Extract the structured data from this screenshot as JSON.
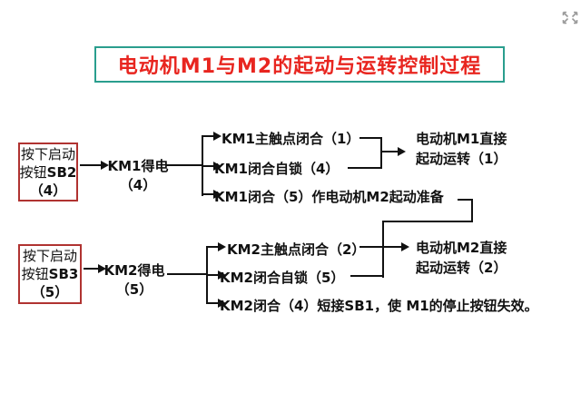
{
  "title": "电动机M1与M2的起动与运转控制过程",
  "icons": {
    "fullscreen": "expand-arrows"
  },
  "flow1": {
    "start": {
      "line1": "按下启动",
      "line2a": "按钮",
      "line2b": "SB2",
      "line3": "（4）"
    },
    "node": {
      "line1": "KM1得电",
      "line2": "（4）"
    },
    "branches": [
      "KM1主触点闭合（1）",
      "KM1闭合自锁（4）",
      "KM1闭合（5）作电动机M2起动准备"
    ],
    "result": {
      "line1": "电动机M1直接",
      "line2": "起动运转（1）"
    }
  },
  "flow2": {
    "start": {
      "line1": "按下启动",
      "line2a": "按钮",
      "line2b": "SB3",
      "line3": "（5）"
    },
    "node": {
      "line1": "KM2得电",
      "line2": "（5）"
    },
    "branches": [
      "KM2主触点闭合（2）",
      "KM2闭合自锁（5）",
      "KM2闭合（4）短接SB1，使 M1的停止按钮失效。"
    ],
    "result": {
      "line1": "电动机M2直接",
      "line2": "起动运转（2）"
    }
  },
  "colors": {
    "title_border": "#2a9e8e",
    "title_text": "#e8251f",
    "start_box_border": "#b03331",
    "line": "#111111",
    "fullscreen_icon": "#9a9a9a"
  }
}
